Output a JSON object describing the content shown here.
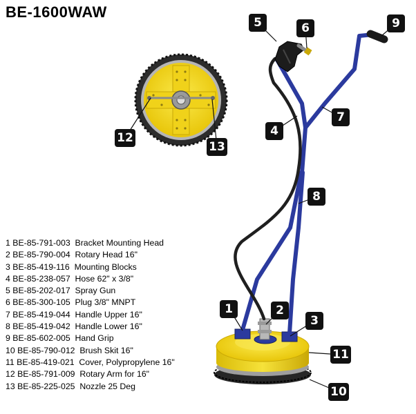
{
  "title": "BE-1600WAW",
  "callouts": [
    {
      "n": "1"
    },
    {
      "n": "2"
    },
    {
      "n": "3"
    },
    {
      "n": "4"
    },
    {
      "n": "5"
    },
    {
      "n": "6"
    },
    {
      "n": "7"
    },
    {
      "n": "8"
    },
    {
      "n": "9"
    },
    {
      "n": "10"
    },
    {
      "n": "11"
    },
    {
      "n": "12"
    },
    {
      "n": "13"
    }
  ],
  "parts": [
    "1 BE-85-791-003  Bracket Mounting Head",
    "2 BE-85-790-004  Rotary Head 16\"",
    "3 BE-85-419-116  Mounting Blocks",
    "4 BE-85-238-057  Hose 62\" x 3/8\"",
    "5 BE-85-202-017  Spray Gun",
    "6 BE-85-300-105  Plug 3/8\" MNPT",
    "7 BE-85-419-044  Handle Upper 16\"",
    "8 BE-85-419-042  Handle Lower 16\"",
    "9 BE-85-602-005  Hand Grip",
    "10 BE-85-790-012  Brush Skit 16\"",
    "11 BE-85-419-021  Cover, Polypropylene 16\"",
    "12 BE-85-791-009  Rotary Arm for 16\"",
    "13 BE-85-225-025  Nozzle 25 Deg"
  ],
  "colors": {
    "frame": "#2b3a9e",
    "cover": "#f2dc16",
    "brush": "#2a2a2a",
    "label_bg": "#111111",
    "label_text": "#ffffff"
  }
}
